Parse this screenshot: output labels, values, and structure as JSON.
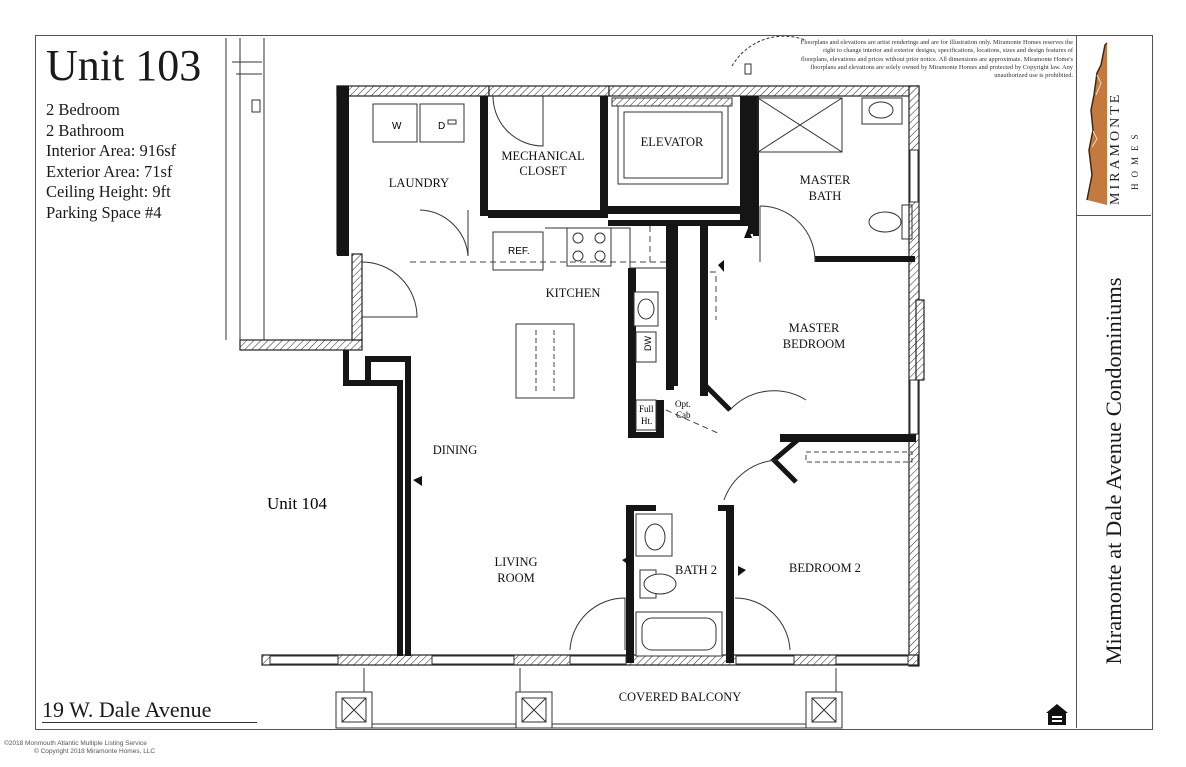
{
  "unit": {
    "title": "Unit 103",
    "specs": [
      "2 Bedroom",
      "2 Bathroom",
      "Interior Area: 916sf",
      "Exterior Area: 71sf",
      "Ceiling Height: 9ft",
      "Parking Space #4"
    ],
    "address": "19 W. Dale Avenue"
  },
  "disclaimer": "Floorplans and elevations are artist renderings and are for illustration only. Miramonte Homes reserves the right to change interior and exterior designs, specifications, locations, sizes and design features of floorplans, elevations and prices without prior notice. All dimensions are approximate. Miramonte Home's floorplans and elevations are solely owned by Miramonte Homes and protected by Copyright law. Any unauthorized use is prohibited.",
  "brand": {
    "name": "MIRAMONTE",
    "tagline": "HOMES",
    "accent_color": "#b8713a"
  },
  "project_title": "Miramonte at Dale Avenue Condominiums",
  "rooms": {
    "laundry": "LAUNDRY",
    "mechanical": [
      "MECHANICAL",
      "CLOSET"
    ],
    "elevator": "ELEVATOR",
    "master_bath": [
      "MASTER",
      "BATH"
    ],
    "kitchen": "KITCHEN",
    "master_bedroom": [
      "MASTER",
      "BEDROOM"
    ],
    "dining": "DINING",
    "living": [
      "LIVING",
      "ROOM"
    ],
    "bath2": "BATH 2",
    "bedroom2": "BEDROOM 2",
    "balcony": "COVERED BALCONY",
    "neighbor": "Unit 104"
  },
  "fixtures": {
    "washer": "W",
    "dryer": "D",
    "fridge": "REF.",
    "dishwasher": "DW",
    "full_ht": [
      "Full",
      "Ht."
    ],
    "opt_cab": [
      "Opt.",
      "Cab"
    ]
  },
  "copyright": [
    "©2018 Monmouth Atlantic Multiple Listing Service",
    "© Copyright 2018 Miramonte Homes, LLC"
  ],
  "icons": {
    "equal_housing": "equal-housing-opportunity-icon",
    "mountain": "mountain-logo-icon"
  }
}
